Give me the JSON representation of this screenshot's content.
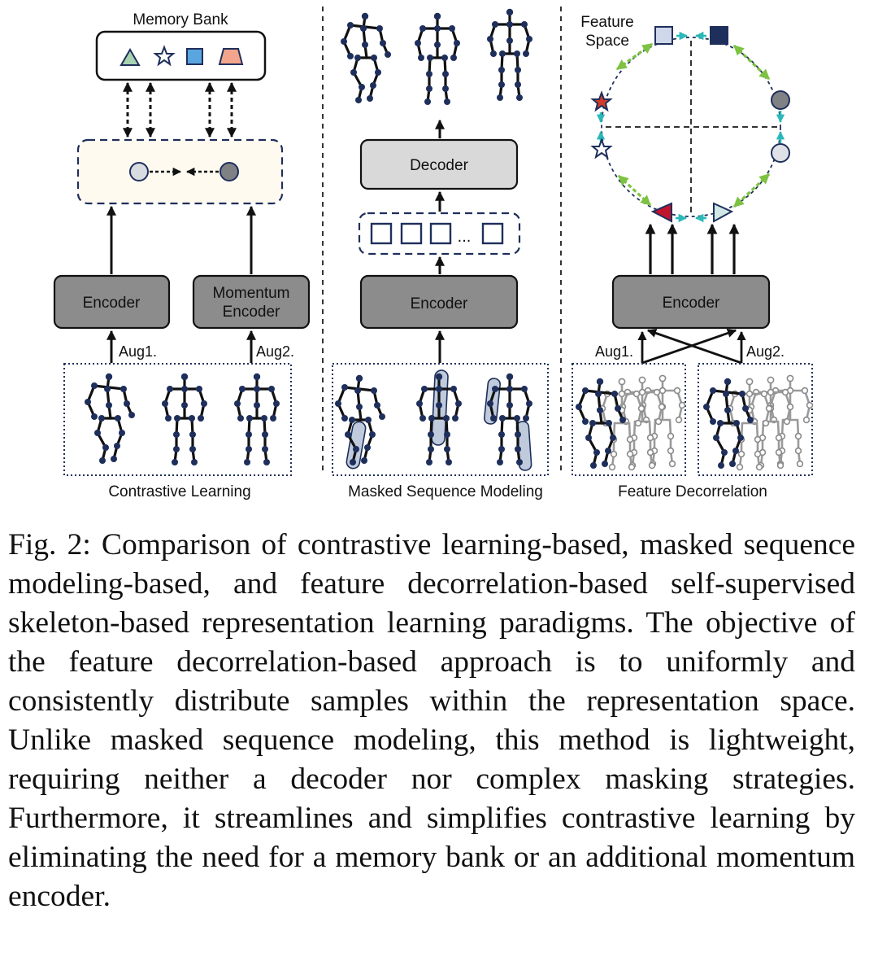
{
  "figure": {
    "contrastive": {
      "memory_bank_label": "Memory Bank",
      "encoder_label": "Encoder",
      "momentum_encoder_line1": "Momentum",
      "momentum_encoder_line2": "Encoder",
      "aug1_label": "Aug1.",
      "aug2_label": "Aug2.",
      "panel_label": "Contrastive Learning"
    },
    "masked": {
      "decoder_label": "Decoder",
      "encoder_label": "Encoder",
      "ellipsis": "...",
      "panel_label": "Masked Sequence Modeling"
    },
    "decorrelation": {
      "feature_space_line1": "Feature",
      "feature_space_line2": "Space",
      "encoder_label": "Encoder",
      "aug1_label": "Aug1.",
      "aug2_label": "Aug2.",
      "panel_label": "Feature Decorrelation"
    },
    "colors": {
      "green_triangle": "#a9d3b0",
      "blue_square": "#5aa5e0",
      "salmon_trapezoid": "#f2a58c",
      "navy": "#1f2f5c",
      "box_gray": "#8c8c8c",
      "decoder_gray": "#d9d9d9",
      "green_arrow": "#7dc242",
      "teal_arrow": "#2ab8b8",
      "red_triangle": "#c0142e",
      "red_star": "#d03a2a"
    }
  },
  "caption": "Fig. 2: Comparison of contrastive learning-based, masked sequence modeling-based, and feature decorrelation-based self-supervised skeleton-based representation learning paradigms. The objective of the feature decorrelation-based approach is to uniformly and consistently distribute samples within the representation space. Unlike masked sequence modeling, this method is lightweight, requiring neither a decoder nor complex masking strategies. Furthermore, it streamlines and simplifies contrastive learning by eliminating the need for a memory bank or an additional momentum encoder."
}
